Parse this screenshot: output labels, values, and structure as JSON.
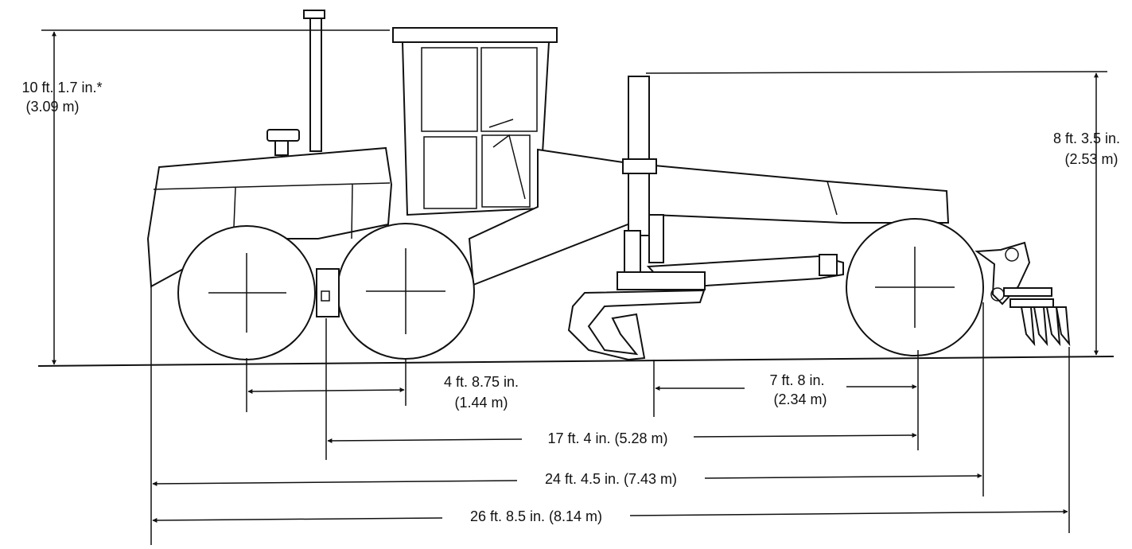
{
  "dimensions": {
    "overall_height": {
      "imperial": "10 ft. 1.7 in.*",
      "metric": "(3.09 m)"
    },
    "blade_lift_height": {
      "imperial": "8 ft. 3.5 in.",
      "metric": "(2.53 m)"
    },
    "tandem_axle_spacing": {
      "imperial": "4 ft. 8.75 in.",
      "metric": "(1.44 m)"
    },
    "blade_to_front_axle": {
      "imperial": "7 ft. 8 in.",
      "metric": "(2.34 m)"
    },
    "wheelbase": "17 ft. 4 in. (5.28 m)",
    "length_without_ripper": "24 ft. 4.5 in. (7.43 m)",
    "overall_length": "26 ft. 8.5 in. (8.14 m)"
  }
}
